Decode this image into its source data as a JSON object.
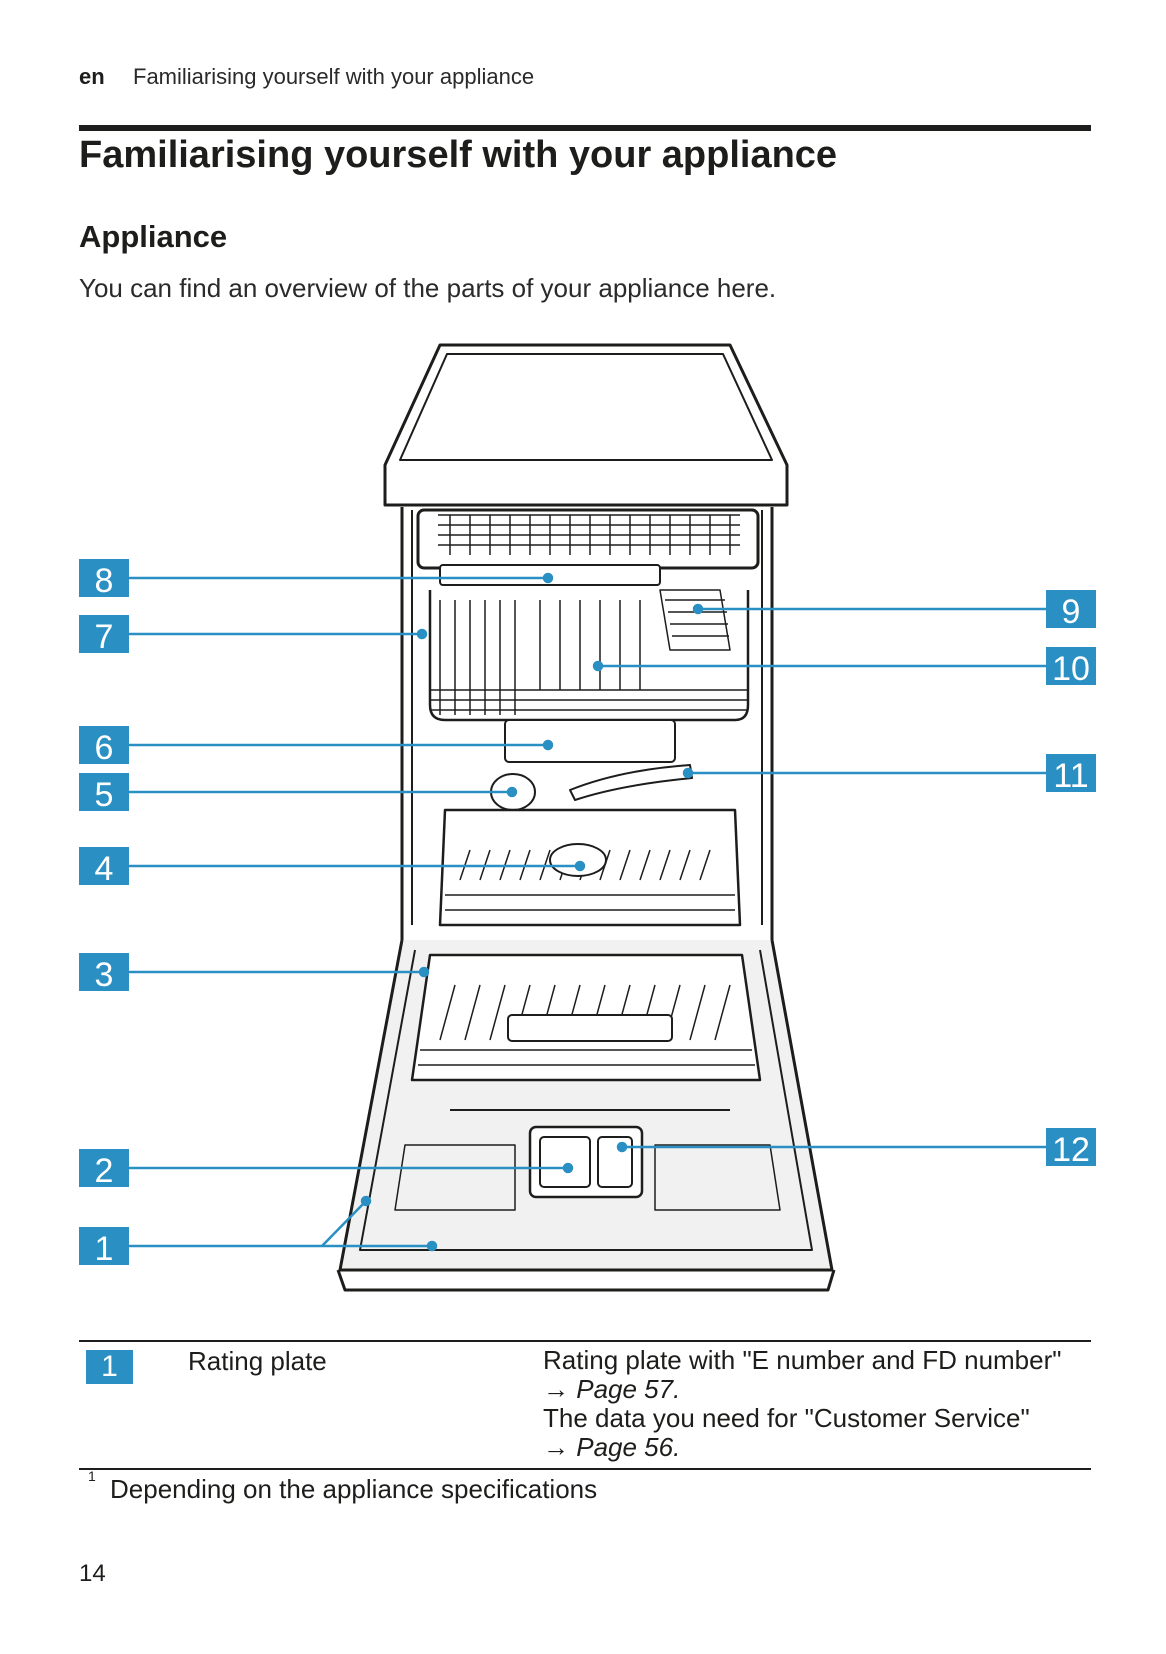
{
  "header": {
    "language": "en",
    "running_title": "Familiarising yourself with your appliance"
  },
  "title": "Familiarising yourself with your appliance",
  "section": {
    "heading": "Appliance",
    "intro": "You can find an overview of the parts of your appliance here."
  },
  "diagram": {
    "callouts": [
      "1",
      "2",
      "3",
      "4",
      "5",
      "6",
      "7",
      "8",
      "9",
      "10",
      "11",
      "12"
    ],
    "colors": {
      "callout": "#2a8fc2",
      "line": "#2a8fc2",
      "outline": "#1d1d1b",
      "fill": "#f1f1f1"
    }
  },
  "parts_table": {
    "rows": [
      {
        "number": "1",
        "label": "Rating plate",
        "desc_line1": "Rating plate with \"E number and FD number\"",
        "desc_ref1": "→ Page 57.",
        "desc_line2": "The data you need for \"Customer Service\"",
        "desc_ref2": "→ Page 56."
      }
    ]
  },
  "footnote": {
    "mark": "1",
    "text": "Depending on the appliance specifications"
  },
  "page_number": "14"
}
